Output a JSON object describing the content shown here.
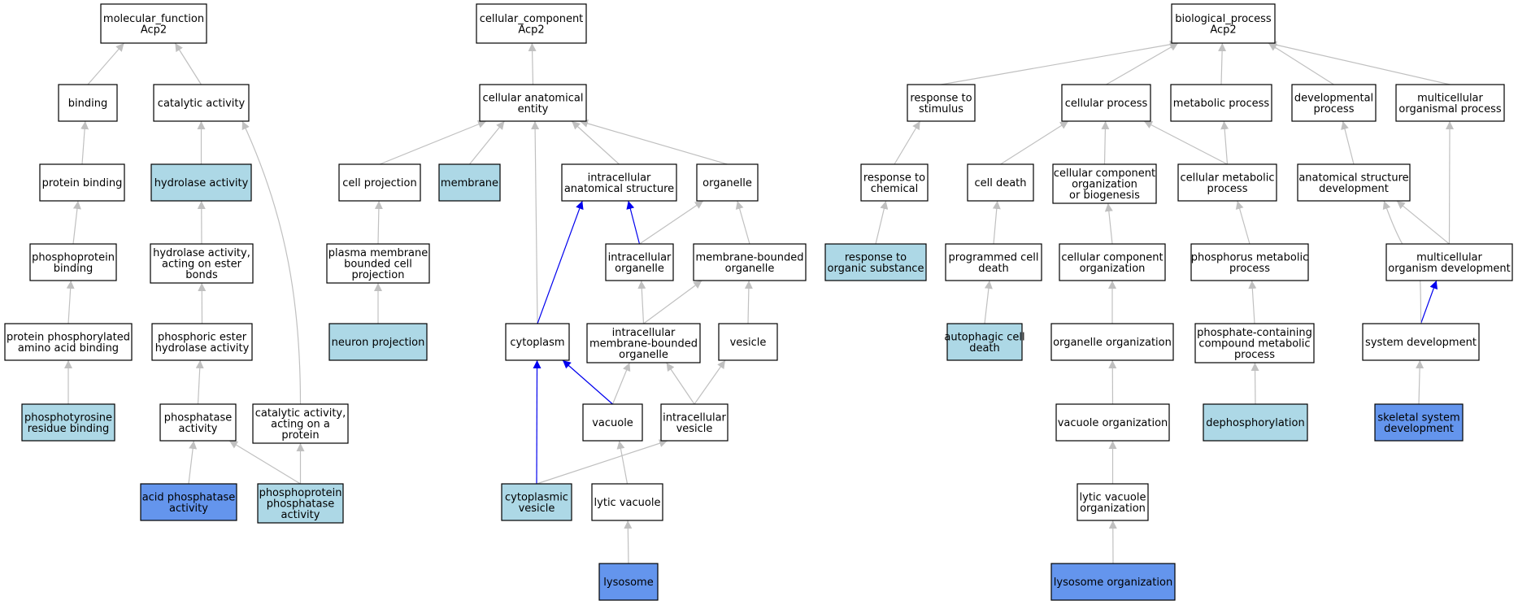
{
  "colors": {
    "default_fill": "#ffffff",
    "light_fill": "#add8e6",
    "blue_fill": "#6495ed",
    "grey_edge": "#c0c0c0",
    "blue_edge": "#0000ee"
  },
  "nodes": [
    {
      "id": "mf",
      "lines": [
        "molecular_function",
        "Acp2"
      ],
      "fill": "default"
    },
    {
      "id": "binding",
      "lines": [
        "binding"
      ],
      "fill": "default"
    },
    {
      "id": "catalytic",
      "lines": [
        "catalytic activity"
      ],
      "fill": "default"
    },
    {
      "id": "protbind",
      "lines": [
        "protein binding"
      ],
      "fill": "default"
    },
    {
      "id": "hydrolase",
      "lines": [
        "hydrolase activity"
      ],
      "fill": "light"
    },
    {
      "id": "phosprotbind",
      "lines": [
        "phosphoprotein",
        "binding"
      ],
      "fill": "default"
    },
    {
      "id": "hydroester",
      "lines": [
        "hydrolase activity,",
        "acting on ester",
        "bonds"
      ],
      "fill": "default"
    },
    {
      "id": "protphosaa",
      "lines": [
        "protein phosphorylated",
        "amino acid binding"
      ],
      "fill": "default"
    },
    {
      "id": "phosester",
      "lines": [
        "phosphoric ester",
        "hydrolase activity"
      ],
      "fill": "default"
    },
    {
      "id": "phostyr",
      "lines": [
        "phosphotyrosine",
        "residue binding"
      ],
      "fill": "light"
    },
    {
      "id": "phosphatase",
      "lines": [
        "phosphatase",
        "activity"
      ],
      "fill": "default"
    },
    {
      "id": "catprot",
      "lines": [
        "catalytic activity,",
        "acting on a",
        "protein"
      ],
      "fill": "default"
    },
    {
      "id": "acidphos",
      "lines": [
        "acid phosphatase",
        "activity"
      ],
      "fill": "blue"
    },
    {
      "id": "phosprotphos",
      "lines": [
        "phosphoprotein",
        "phosphatase",
        "activity"
      ],
      "fill": "light"
    },
    {
      "id": "cc",
      "lines": [
        "cellular_component",
        "Acp2"
      ],
      "fill": "default"
    },
    {
      "id": "cae",
      "lines": [
        "cellular anatomical",
        "entity"
      ],
      "fill": "default"
    },
    {
      "id": "cellproj",
      "lines": [
        "cell projection"
      ],
      "fill": "default"
    },
    {
      "id": "membrane",
      "lines": [
        "membrane"
      ],
      "fill": "light"
    },
    {
      "id": "ias",
      "lines": [
        "intracellular",
        "anatomical structure"
      ],
      "fill": "default"
    },
    {
      "id": "organelle",
      "lines": [
        "organelle"
      ],
      "fill": "default"
    },
    {
      "id": "pmbcp",
      "lines": [
        "plasma membrane",
        "bounded cell",
        "projection"
      ],
      "fill": "default"
    },
    {
      "id": "intorg",
      "lines": [
        "intracellular",
        "organelle"
      ],
      "fill": "default"
    },
    {
      "id": "mbo",
      "lines": [
        "membrane-bounded",
        "organelle"
      ],
      "fill": "default"
    },
    {
      "id": "neuronproj",
      "lines": [
        "neuron projection"
      ],
      "fill": "light"
    },
    {
      "id": "cytoplasm",
      "lines": [
        "cytoplasm"
      ],
      "fill": "default"
    },
    {
      "id": "imbo",
      "lines": [
        "intracellular",
        "membrane-bounded",
        "organelle"
      ],
      "fill": "default"
    },
    {
      "id": "vesicle",
      "lines": [
        "vesicle"
      ],
      "fill": "default"
    },
    {
      "id": "vacuole",
      "lines": [
        "vacuole"
      ],
      "fill": "default"
    },
    {
      "id": "intves",
      "lines": [
        "intracellular",
        "vesicle"
      ],
      "fill": "default"
    },
    {
      "id": "cytoves",
      "lines": [
        "cytoplasmic",
        "vesicle"
      ],
      "fill": "light"
    },
    {
      "id": "lyticvac",
      "lines": [
        "lytic vacuole"
      ],
      "fill": "default"
    },
    {
      "id": "lysosome",
      "lines": [
        "lysosome"
      ],
      "fill": "blue"
    },
    {
      "id": "bp",
      "lines": [
        "biological_process",
        "Acp2"
      ],
      "fill": "default"
    },
    {
      "id": "respstim",
      "lines": [
        "response to",
        "stimulus"
      ],
      "fill": "default"
    },
    {
      "id": "cellproc",
      "lines": [
        "cellular process"
      ],
      "fill": "default"
    },
    {
      "id": "metproc",
      "lines": [
        "metabolic process"
      ],
      "fill": "default"
    },
    {
      "id": "devproc",
      "lines": [
        "developmental",
        "process"
      ],
      "fill": "default"
    },
    {
      "id": "multiproc",
      "lines": [
        "multicellular",
        "organismal process"
      ],
      "fill": "default"
    },
    {
      "id": "respchem",
      "lines": [
        "response to",
        "chemical"
      ],
      "fill": "default"
    },
    {
      "id": "celldeath",
      "lines": [
        "cell death"
      ],
      "fill": "default"
    },
    {
      "id": "ccob",
      "lines": [
        "cellular component",
        "organization",
        "or biogenesis"
      ],
      "fill": "default"
    },
    {
      "id": "cellmet",
      "lines": [
        "cellular metabolic",
        "process"
      ],
      "fill": "default"
    },
    {
      "id": "asd",
      "lines": [
        "anatomical structure",
        "development"
      ],
      "fill": "default"
    },
    {
      "id": "resporg",
      "lines": [
        "response to",
        "organic substance"
      ],
      "fill": "light"
    },
    {
      "id": "pcd",
      "lines": [
        "programmed cell",
        "death"
      ],
      "fill": "default"
    },
    {
      "id": "cco",
      "lines": [
        "cellular component",
        "organization"
      ],
      "fill": "default"
    },
    {
      "id": "phosmet",
      "lines": [
        "phosphorus metabolic",
        "process"
      ],
      "fill": "default"
    },
    {
      "id": "mod",
      "lines": [
        "multicellular",
        "organism development"
      ],
      "fill": "default"
    },
    {
      "id": "autocd",
      "lines": [
        "autophagic cell",
        "death"
      ],
      "fill": "light"
    },
    {
      "id": "orgorg",
      "lines": [
        "organelle organization"
      ],
      "fill": "default"
    },
    {
      "id": "pccm",
      "lines": [
        "phosphate-containing",
        "compound metabolic",
        "process"
      ],
      "fill": "default"
    },
    {
      "id": "sysdev",
      "lines": [
        "system development"
      ],
      "fill": "default"
    },
    {
      "id": "vacorg",
      "lines": [
        "vacuole organization"
      ],
      "fill": "default"
    },
    {
      "id": "dephos",
      "lines": [
        "dephosphorylation"
      ],
      "fill": "light"
    },
    {
      "id": "skeldev",
      "lines": [
        "skeletal system",
        "development"
      ],
      "fill": "blue"
    },
    {
      "id": "lytvacorg",
      "lines": [
        "lytic vacuole",
        "organization"
      ],
      "fill": "default"
    },
    {
      "id": "lysoorg",
      "lines": [
        "lysosome organization"
      ],
      "fill": "blue"
    }
  ],
  "edges": [
    {
      "from": "binding",
      "to": "mf",
      "color": "grey"
    },
    {
      "from": "catalytic",
      "to": "mf",
      "color": "grey"
    },
    {
      "from": "protbind",
      "to": "binding",
      "color": "grey"
    },
    {
      "from": "hydrolase",
      "to": "catalytic",
      "color": "grey"
    },
    {
      "from": "phosprotbind",
      "to": "protbind",
      "color": "grey"
    },
    {
      "from": "hydroester",
      "to": "hydrolase",
      "color": "grey"
    },
    {
      "from": "protphosaa",
      "to": "phosprotbind",
      "color": "grey"
    },
    {
      "from": "phosester",
      "to": "hydroester",
      "color": "grey"
    },
    {
      "from": "phostyr",
      "to": "protphosaa",
      "color": "grey"
    },
    {
      "from": "phosphatase",
      "to": "phosester",
      "color": "grey"
    },
    {
      "from": "catprot",
      "to": "catalytic",
      "color": "grey",
      "curve": true
    },
    {
      "from": "acidphos",
      "to": "phosphatase",
      "color": "grey"
    },
    {
      "from": "phosprotphos",
      "to": "phosphatase",
      "color": "grey"
    },
    {
      "from": "phosprotphos",
      "to": "catprot",
      "color": "grey"
    },
    {
      "from": "cae",
      "to": "cc",
      "color": "grey"
    },
    {
      "from": "cellproj",
      "to": "cae",
      "color": "grey"
    },
    {
      "from": "membrane",
      "to": "cae",
      "color": "grey"
    },
    {
      "from": "ias",
      "to": "cae",
      "color": "grey"
    },
    {
      "from": "organelle",
      "to": "cae",
      "color": "grey"
    },
    {
      "from": "cytoplasm",
      "to": "cae",
      "color": "grey"
    },
    {
      "from": "pmbcp",
      "to": "cellproj",
      "color": "grey"
    },
    {
      "from": "neuronproj",
      "to": "pmbcp",
      "color": "grey"
    },
    {
      "from": "intorg",
      "to": "ias",
      "color": "blue"
    },
    {
      "from": "intorg",
      "to": "organelle",
      "color": "grey"
    },
    {
      "from": "mbo",
      "to": "organelle",
      "color": "grey"
    },
    {
      "from": "cytoplasm",
      "to": "ias",
      "color": "blue"
    },
    {
      "from": "imbo",
      "to": "intorg",
      "color": "grey"
    },
    {
      "from": "imbo",
      "to": "mbo",
      "color": "grey"
    },
    {
      "from": "vesicle",
      "to": "mbo",
      "color": "grey"
    },
    {
      "from": "vacuole",
      "to": "imbo",
      "color": "grey"
    },
    {
      "from": "vacuole",
      "to": "cytoplasm",
      "color": "blue"
    },
    {
      "from": "intves",
      "to": "imbo",
      "color": "grey"
    },
    {
      "from": "intves",
      "to": "vesicle",
      "color": "grey"
    },
    {
      "from": "cytoves",
      "to": "cytoplasm",
      "color": "blue"
    },
    {
      "from": "cytoves",
      "to": "intves",
      "color": "grey"
    },
    {
      "from": "lyticvac",
      "to": "vacuole",
      "color": "grey"
    },
    {
      "from": "lysosome",
      "to": "lyticvac",
      "color": "grey"
    },
    {
      "from": "respstim",
      "to": "bp",
      "color": "grey"
    },
    {
      "from": "cellproc",
      "to": "bp",
      "color": "grey"
    },
    {
      "from": "metproc",
      "to": "bp",
      "color": "grey"
    },
    {
      "from": "devproc",
      "to": "bp",
      "color": "grey"
    },
    {
      "from": "multiproc",
      "to": "bp",
      "color": "grey"
    },
    {
      "from": "respchem",
      "to": "respstim",
      "color": "grey"
    },
    {
      "from": "celldeath",
      "to": "cellproc",
      "color": "grey"
    },
    {
      "from": "ccob",
      "to": "cellproc",
      "color": "grey"
    },
    {
      "from": "cellmet",
      "to": "cellproc",
      "color": "grey"
    },
    {
      "from": "cellmet",
      "to": "metproc",
      "color": "grey"
    },
    {
      "from": "asd",
      "to": "devproc",
      "color": "grey"
    },
    {
      "from": "resporg",
      "to": "respchem",
      "color": "grey"
    },
    {
      "from": "pcd",
      "to": "celldeath",
      "color": "grey"
    },
    {
      "from": "cco",
      "to": "ccob",
      "color": "grey"
    },
    {
      "from": "phosmet",
      "to": "cellmet",
      "color": "grey"
    },
    {
      "from": "mod",
      "to": "asd",
      "color": "grey"
    },
    {
      "from": "mod",
      "to": "multiproc",
      "color": "grey"
    },
    {
      "from": "autocd",
      "to": "pcd",
      "color": "grey"
    },
    {
      "from": "orgorg",
      "to": "cco",
      "color": "grey"
    },
    {
      "from": "pccm",
      "to": "phosmet",
      "color": "grey"
    },
    {
      "from": "sysdev",
      "to": "mod",
      "color": "blue"
    },
    {
      "from": "sysdev",
      "to": "asd",
      "color": "grey",
      "curve": true
    },
    {
      "from": "vacorg",
      "to": "orgorg",
      "color": "grey"
    },
    {
      "from": "dephos",
      "to": "pccm",
      "color": "grey"
    },
    {
      "from": "skeldev",
      "to": "sysdev",
      "color": "grey"
    },
    {
      "from": "lytvacorg",
      "to": "vacorg",
      "color": "grey"
    },
    {
      "from": "lysoorg",
      "to": "lytvacorg",
      "color": "grey"
    }
  ]
}
